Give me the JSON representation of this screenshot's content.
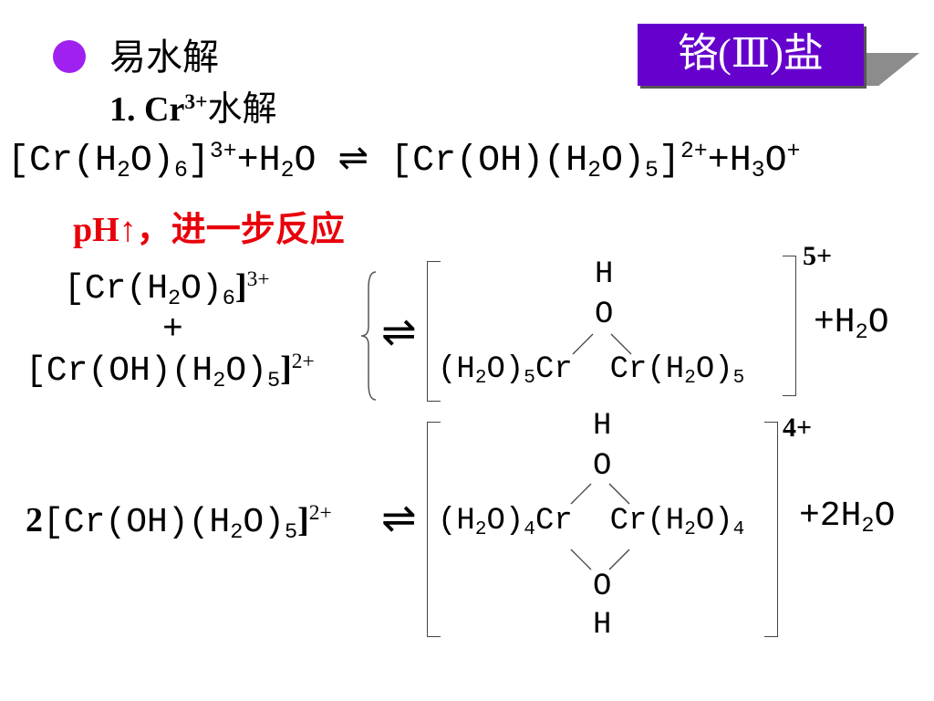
{
  "badge": {
    "title": "铬(Ⅲ)盐"
  },
  "heading": "易水解",
  "subheading": {
    "num": "1. Cr",
    "charge": "3+",
    "text": "水解"
  },
  "eq1": {
    "bracket_open": "[",
    "a": "Cr(H",
    "a_sub": "2",
    "b": "O)",
    "b_sub": "6",
    "close1": "]",
    "charge1": "3+",
    "plus1": "+H",
    "w_sub": "2",
    "w_o": "O",
    "arrow": "⇌",
    "open2": "[",
    "c": "Cr(OH)(H",
    "c_sub": "2",
    "d": "O)",
    "d_sub": "5",
    "close2": "]",
    "charge2": "2+",
    "plus2": "+H",
    "h_sub": "3",
    "h_o": "O",
    "h_charge": "+"
  },
  "note": "pH↑，进一步反应",
  "reaction2": {
    "r1a": "[Cr(H",
    "r1_sub": "2",
    "r1b": "O)",
    "r1_sub2": "6",
    "r1c": "]",
    "r1_charge": "3+",
    "plus": "+",
    "r2a": "[Cr(OH)(H",
    "r2_sub": "2",
    "r2b": "O)",
    "r2_sub2": "5",
    "r2c": "]",
    "r2_charge": "2+",
    "arrow": "⇌",
    "h_top": "H",
    "o_top": "O",
    "left_group": "(H",
    "lg_sub": "2",
    "lg_b": "O)",
    "lg_sub2": "5",
    "lg_c": "Cr",
    "right_group": "Cr(H",
    "rg_sub": "2",
    "rg_b": "O)",
    "rg_sub2": "5",
    "charge": "5+",
    "product": "+H",
    "p_sub": "2",
    "p_o": "O"
  },
  "reaction3": {
    "coef": "2",
    "r_a": "[Cr(OH)(H",
    "r_sub": "2",
    "r_b": "O)",
    "r_sub2": "5",
    "r_c": "]",
    "r_charge": "2+",
    "arrow": "⇌",
    "h_top": "H",
    "o_top": "O",
    "o_bot": "O",
    "h_bot": "H",
    "left_group": "(H",
    "lg_sub": "2",
    "lg_b": "O)",
    "lg_sub2": "4",
    "lg_c": "Cr",
    "right_group": "Cr(H",
    "rg_sub": "2",
    "rg_b": "O)",
    "rg_sub2": "4",
    "charge": "4+",
    "product": "+2H",
    "p_sub": "2",
    "p_o": "O"
  }
}
